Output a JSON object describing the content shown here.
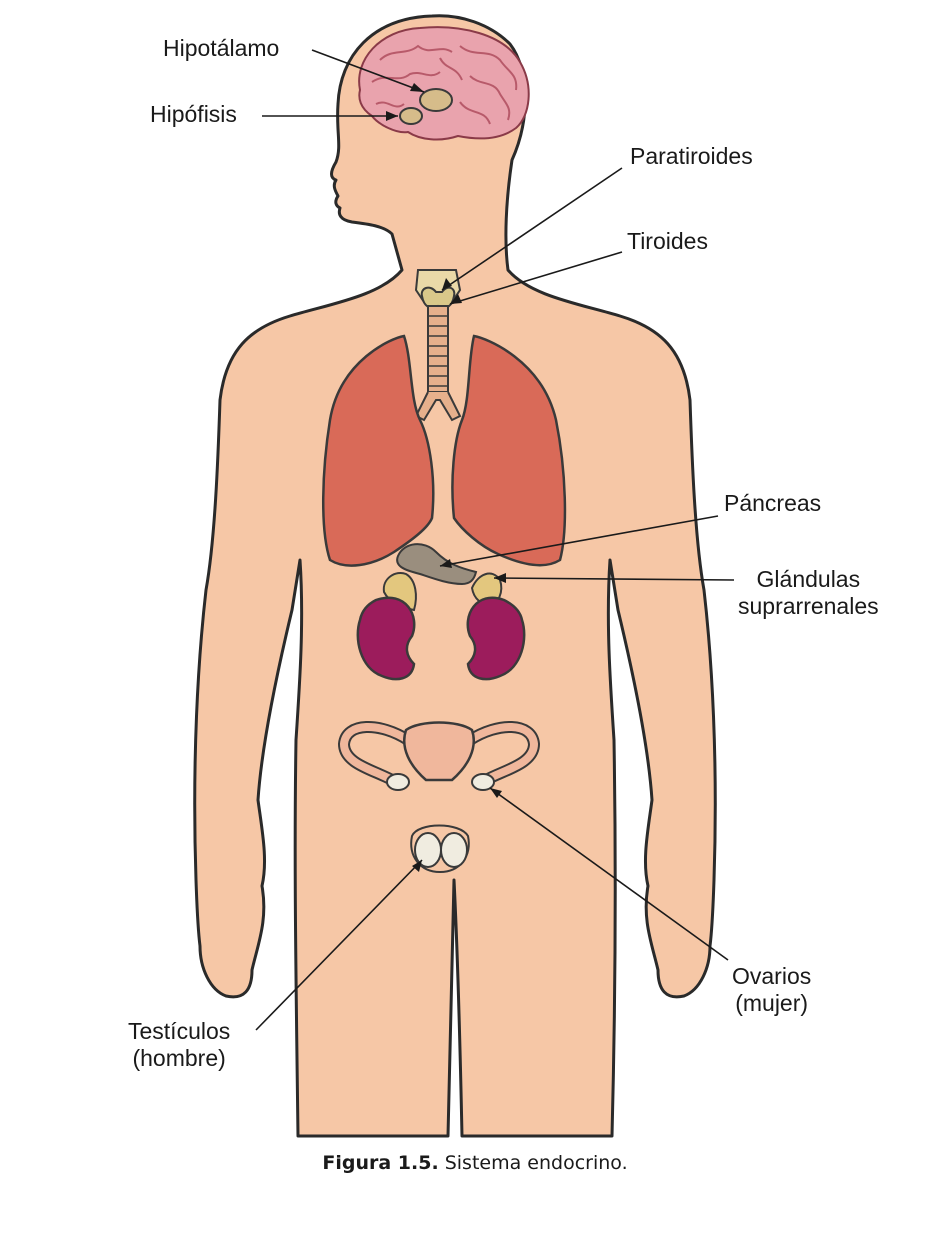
{
  "labels": {
    "hipotalamo": "Hipotálamo",
    "hipofisis": "Hipófisis",
    "paratiroides": "Paratiroides",
    "tiroides": "Tiroides",
    "pancreas": "Páncreas",
    "glandulas_1": "Glándulas",
    "glandulas_2": "suprarrenales",
    "ovarios_1": "Ovarios",
    "ovarios_2": "(mujer)",
    "testiculos_1": "Testículos",
    "testiculos_2": "(hombre)"
  },
  "caption": {
    "figure_number": "Figura 1.5.",
    "text": "Sistema endocrino."
  },
  "colors": {
    "skin": "#f6c7a6",
    "outline": "#2a2a2a",
    "brain": "#e9a3ad",
    "lung": "#d96a58",
    "kidney": "#9c1c5c",
    "adrenal": "#e3c77e",
    "pancreas": "#9a8e7e",
    "uterus": "#f0b79c"
  }
}
